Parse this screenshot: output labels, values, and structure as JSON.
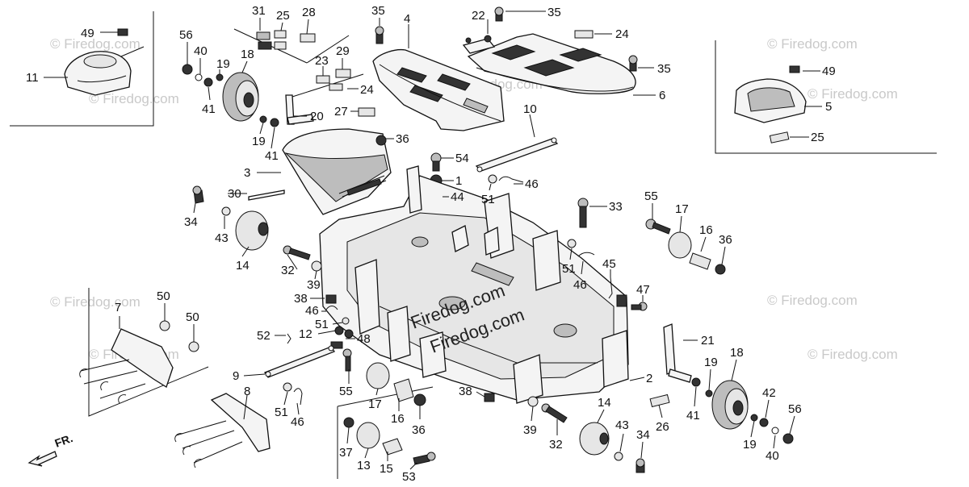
{
  "diagram": {
    "watermark": "© Firedog.com",
    "center_watermark": "Firedog.com",
    "direction_label": "FR.",
    "callouts": {
      "c49a": "49",
      "c11": "11",
      "c56a": "56",
      "c40a": "40",
      "c19a": "19",
      "c18a": "18",
      "c41a": "41",
      "c20": "20",
      "c19b": "19",
      "c41b": "41",
      "c31": "31",
      "c25a": "25",
      "c28": "28",
      "c23": "23",
      "c29": "29",
      "c24a": "24",
      "c27": "27",
      "c35a": "35",
      "c4": "4",
      "c22": "22",
      "c35b": "35",
      "c24b": "24",
      "c35c": "35",
      "c6": "6",
      "c10": "10",
      "c49b": "49",
      "c5": "5",
      "c25b": "25",
      "c3": "3",
      "c36a": "36",
      "c54": "54",
      "c1": "1",
      "c44": "44",
      "c46a": "46",
      "c51a": "51",
      "c30": "30",
      "c34a": "34",
      "c43a": "43",
      "c14a": "14",
      "c33": "33",
      "c55a": "55",
      "c17a": "17",
      "c16a": "16",
      "c36b": "36",
      "c51b": "51",
      "c46b": "46",
      "c45": "45",
      "c47": "47",
      "c32a": "32",
      "c39a": "39",
      "c38a": "38",
      "c46c": "46",
      "c51c": "51",
      "c12": "12",
      "c48": "48",
      "c52": "52",
      "c7": "7",
      "c50a": "50",
      "c50b": "50",
      "c8": "8",
      "c9": "9",
      "c55b": "55",
      "c17b": "17",
      "c16b": "16",
      "c36c": "36",
      "c51d": "51",
      "c46d": "46",
      "c37": "37",
      "c13": "13",
      "c15": "15",
      "c53": "53",
      "c38b": "38",
      "c39b": "39",
      "c32b": "32",
      "c14b": "14",
      "c43b": "43",
      "c34b": "34",
      "c26": "26",
      "c2": "2",
      "c21": "21",
      "c19c": "19",
      "c18b": "18",
      "c41c": "41",
      "c42": "42",
      "c56b": "56",
      "c19d": "19",
      "c40b": "40"
    }
  }
}
